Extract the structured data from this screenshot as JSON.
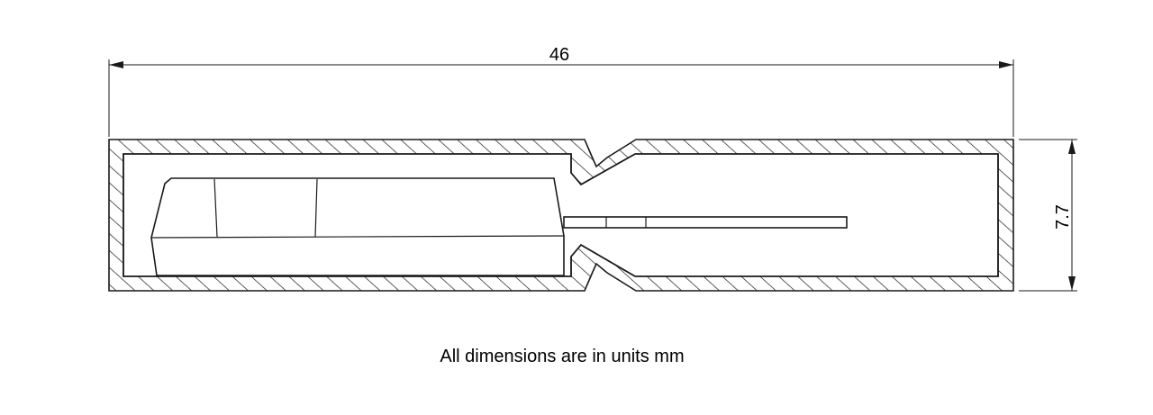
{
  "dimensions": {
    "length_label": "46",
    "height_label": "7.7"
  },
  "note": {
    "text": "All dimensions are in units mm"
  },
  "colors": {
    "line": "#1a1a1a",
    "background": "#ffffff"
  }
}
